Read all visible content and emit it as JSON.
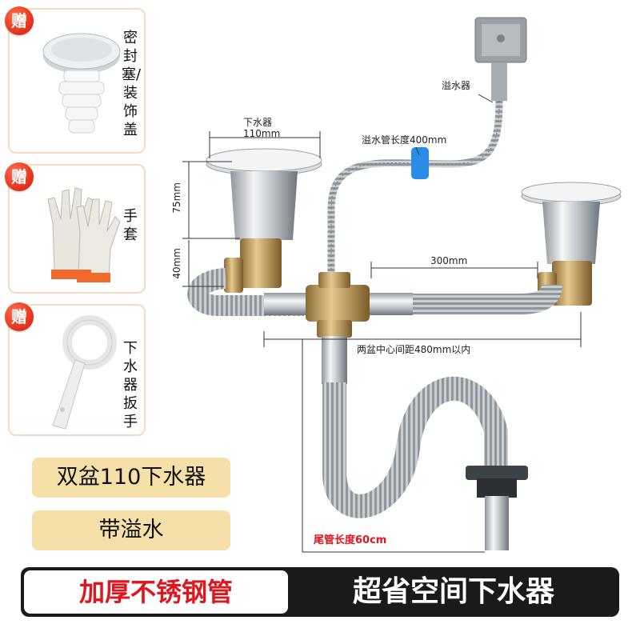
{
  "gifts": [
    {
      "badge": "赠",
      "label": "密封塞/装饰盖",
      "icon": "sink-stopper-cap-icon"
    },
    {
      "badge": "赠",
      "label": "手套",
      "icon": "work-gloves-icon"
    },
    {
      "badge": "赠",
      "label": "下水器扳手",
      "icon": "drain-wrench-icon"
    }
  ],
  "spec_labels": {
    "model": "双盆110下水器",
    "overflow": "带溢水"
  },
  "bottom_bar": {
    "left": "加厚不锈钢管",
    "right": "超省空间下水器"
  },
  "annotations": {
    "drain_title": "下水器",
    "drain_width": "110mm",
    "overflow_device": "溢水器",
    "overflow_hose_length": "溢水管长度400mm",
    "height_top": "75mm",
    "height_bottom": "40mm",
    "pipe_length": "300mm",
    "basin_center_distance": "两盆中心间距480mm以内",
    "tail_pipe_length": "尾管长度60cm"
  },
  "colors": {
    "accent_red": "#e0151d",
    "label_yellow": "#f6dfa8",
    "card_border": "#f3dcc0",
    "bar_dark": "#1a1a1a"
  }
}
